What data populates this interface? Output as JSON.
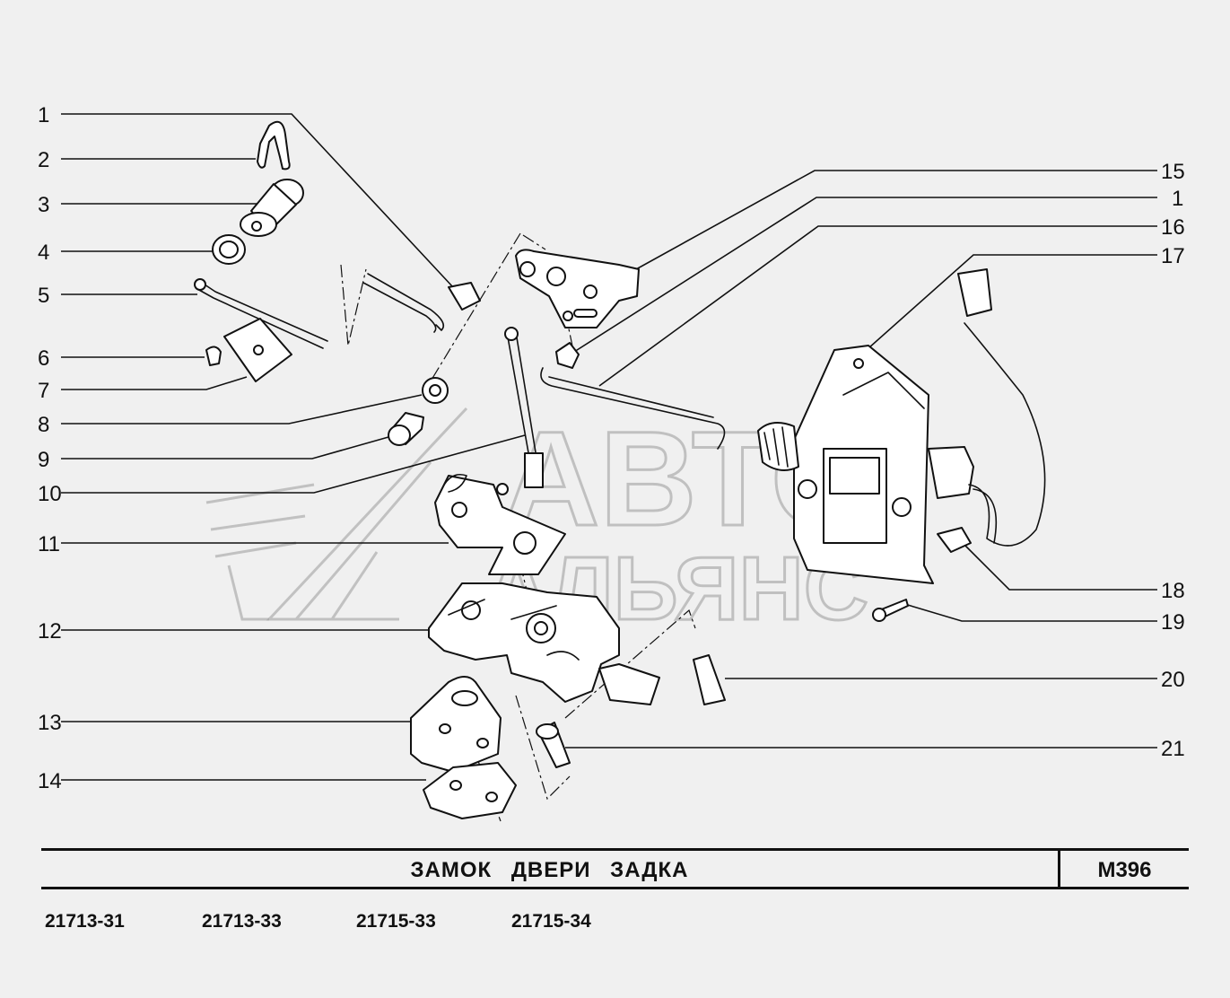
{
  "title": "ЗАМОК   ДВЕРИ   ЗАДКА",
  "sheet_code": "М396",
  "models": [
    "21713-31",
    "21713-33",
    "21715-33",
    "21715-34"
  ],
  "watermark": {
    "line1": "АВТО",
    "line2": "АЛЬЯНС"
  },
  "callouts_left": [
    "1",
    "2",
    "3",
    "4",
    "5",
    "6",
    "7",
    "8",
    "9",
    "10",
    "11",
    "12",
    "13",
    "14"
  ],
  "callouts_right": [
    "15",
    "1",
    "16",
    "17",
    "18",
    "19",
    "20",
    "21"
  ],
  "colors": {
    "background": "#f0f0f0",
    "ink": "#111111",
    "watermark": "#9a9a9a"
  }
}
